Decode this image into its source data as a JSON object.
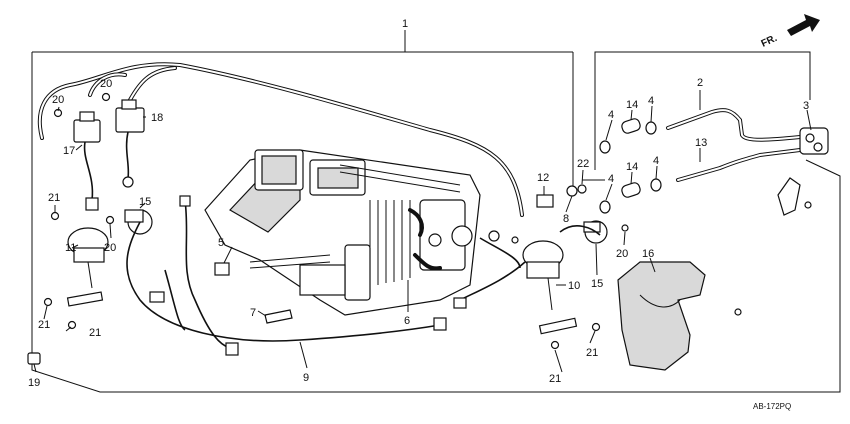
{
  "direction_label": "FR.",
  "reference_code": "AB-172PQ",
  "callouts": {
    "c1": "1",
    "c2": "2",
    "c3": "3",
    "c4a": "4",
    "c4b": "4",
    "c4c": "4",
    "c4d": "4",
    "c5": "5",
    "c6": "6",
    "c7": "7",
    "c8": "8",
    "c9": "9",
    "c10": "10",
    "c11": "11",
    "c12": "12",
    "c13": "13",
    "c14a": "14",
    "c14b": "14",
    "c15a": "15",
    "c15b": "15",
    "c16": "16",
    "c17": "17",
    "c18": "18",
    "c19": "19",
    "c20a": "20",
    "c20b": "20",
    "c20c": "20",
    "c21a": "21",
    "c21b": "21",
    "c21c": "21",
    "c21d": "21",
    "c21e": "21",
    "c22": "22"
  }
}
